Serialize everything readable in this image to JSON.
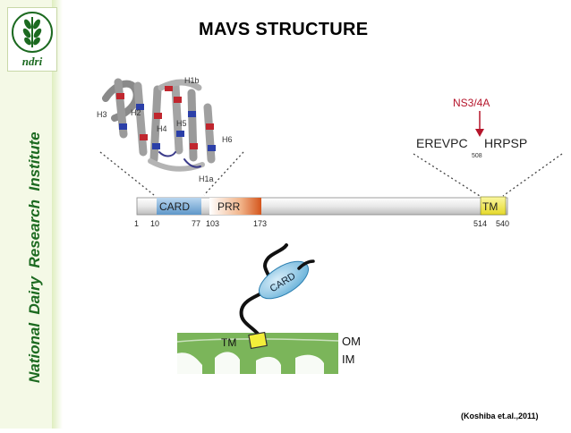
{
  "sidebar": {
    "logo_text": "ndri",
    "institute_name": "National  Dairy  Research  Institute"
  },
  "slide": {
    "title": "MAVS STRUCTURE",
    "citation": "(Koshiba et.al.,2011)"
  },
  "colors": {
    "card": "#7fb0dc",
    "prr": "#e06a2c",
    "tm": "#f2ee3a",
    "ns34a": "#b5152b",
    "membrane": "#7bb55a"
  },
  "helix_labels": [
    "H1b",
    "H2",
    "H3",
    "H4",
    "H5",
    "H6",
    "H1a"
  ],
  "protease": {
    "name": "NS3/4A",
    "left_seq": "EREVPC",
    "right_seq": "HRPSP",
    "cleavage_pos": "508"
  },
  "domains": [
    {
      "name": "CARD"
    },
    {
      "name": "PRR"
    },
    {
      "name": "TM"
    }
  ],
  "positions": [
    "1",
    "10",
    "77",
    "103",
    "173",
    "514",
    "540"
  ],
  "membrane": {
    "card_label": "CARD",
    "tm_label": "TM",
    "outer_label": "OM",
    "inner_label": "IM"
  }
}
